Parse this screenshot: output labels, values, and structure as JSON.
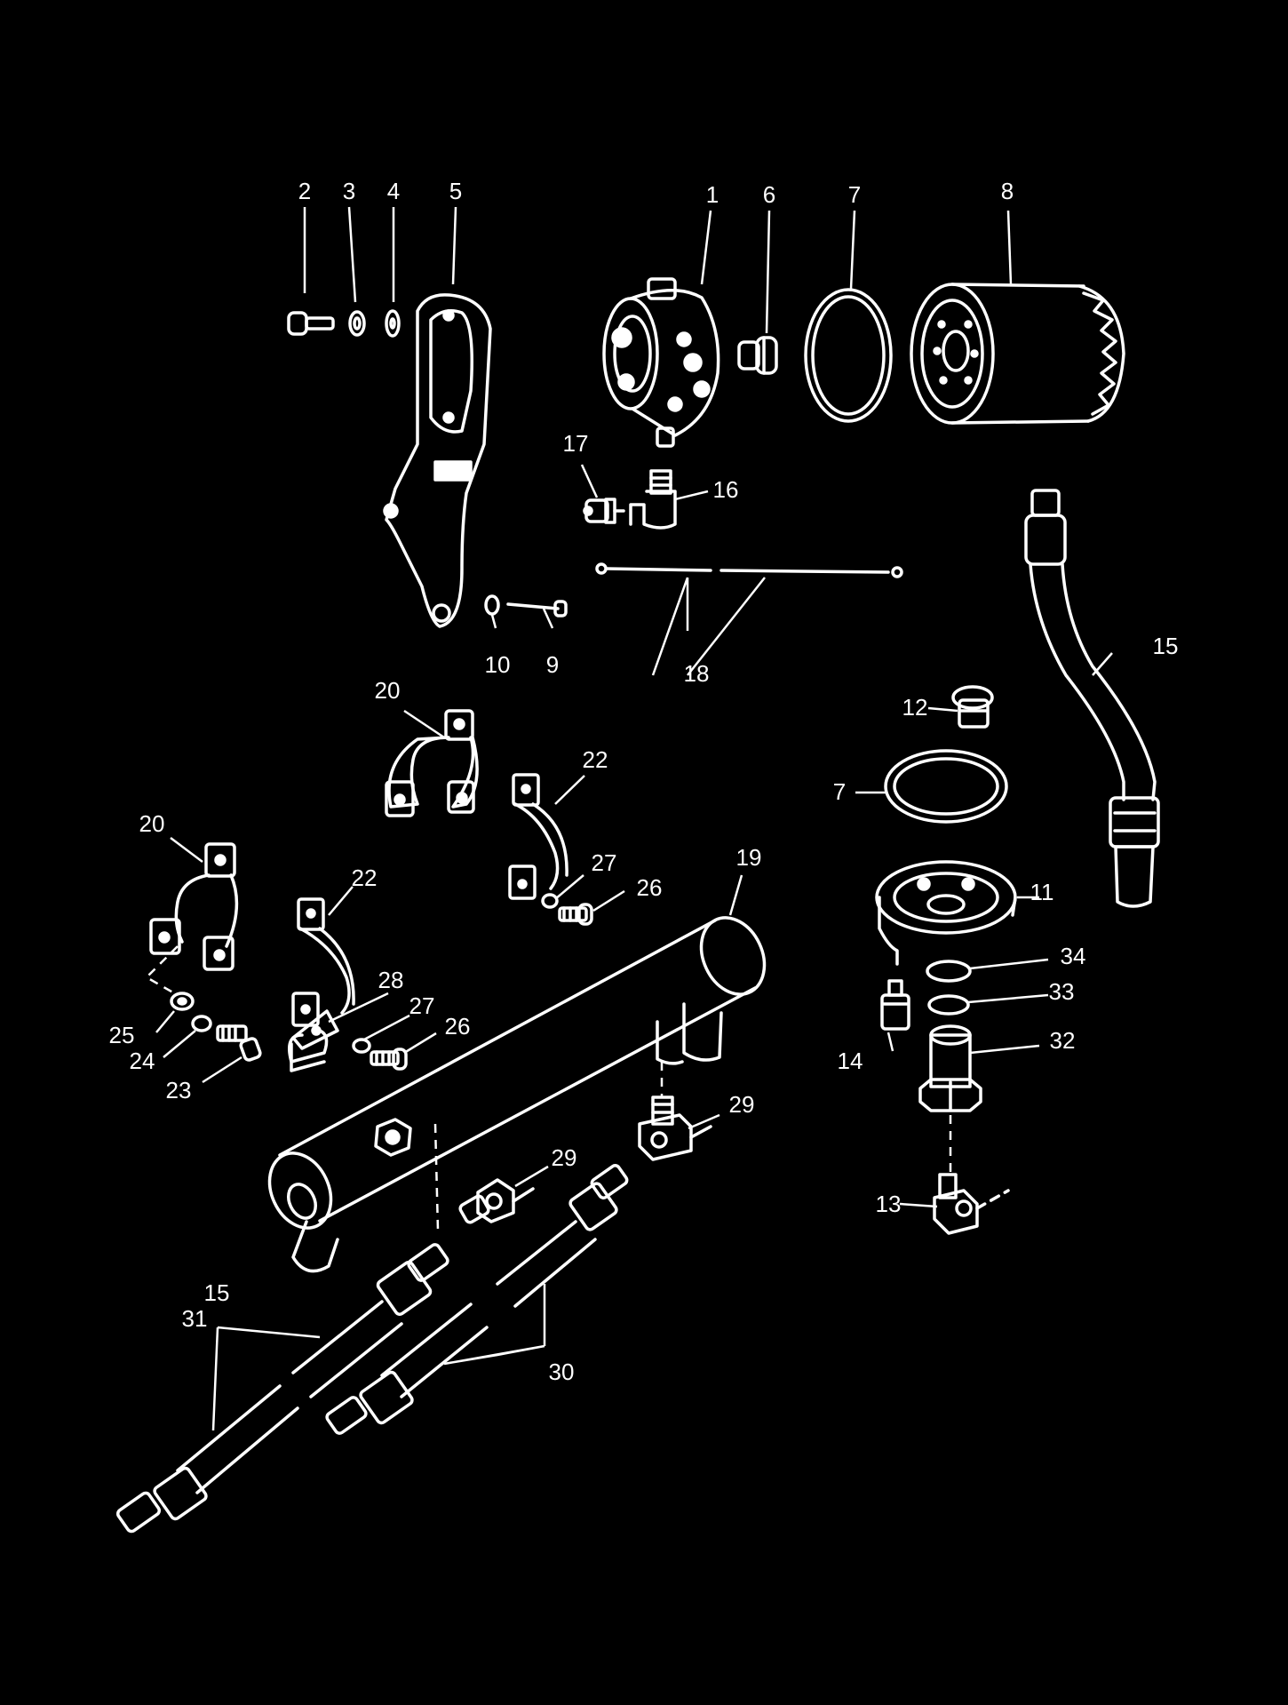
{
  "colors": {
    "background": "#000000",
    "line": "#ffffff"
  },
  "parts": {
    "oil_filter_adapter": "1",
    "bolt_2": "2",
    "washer_3": "3",
    "washer_4": "4",
    "bracket": "5",
    "fitting_6": "6",
    "o_ring_7_top": "7",
    "oil_filter": "8",
    "bolt_9": "9",
    "washer_10": "10",
    "adapter_base": "11",
    "plug_12": "12",
    "o_ring_7_mid": "7",
    "tee_fitting_13": "13",
    "sender_14": "14",
    "hose_15_right": "15",
    "hose_15_left": "15",
    "elbow_16": "16",
    "sender_17": "17",
    "wire_18": "18",
    "oil_cooler": "19",
    "clamp_20_top": "20",
    "clamp_20_left": "20",
    "clamp_22_top": "22",
    "clamp_22_mid": "22",
    "bolt_23": "23",
    "washer_24": "24",
    "washer_25": "25",
    "bolt_26_top": "26",
    "washer_27_top": "27",
    "washer_27_mid": "27",
    "bolt_26_mid": "26",
    "clamp_28": "28",
    "elbow_29_right": "29",
    "elbow_29_left": "29",
    "hose_30": "30",
    "hose_31": "31",
    "fitting_32": "32",
    "o_ring_33": "33",
    "o_ring_34": "34"
  }
}
